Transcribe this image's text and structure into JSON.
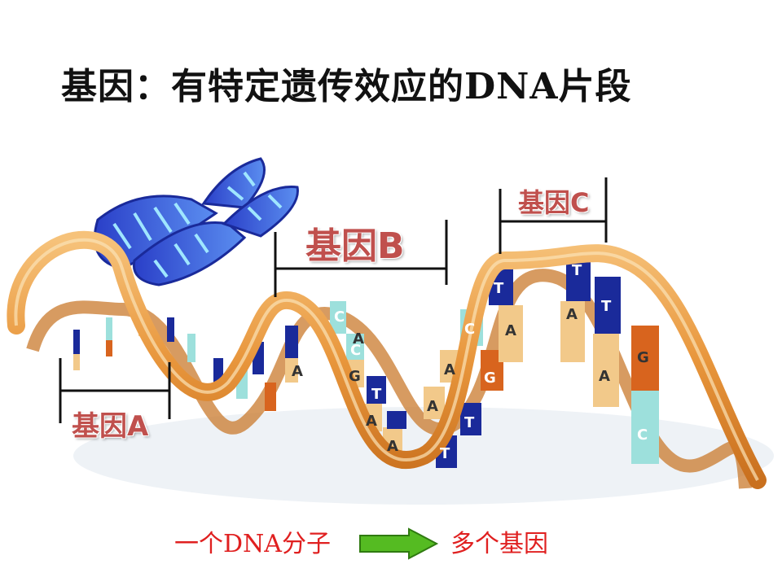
{
  "slide": {
    "title": "基因：有特定遗传效应的DNA片段"
  },
  "genes": {
    "a": "基因A",
    "b": "基因B",
    "c": "基因C"
  },
  "bottom": {
    "left_text": "一个DNA分子",
    "right_text": "多个基因"
  },
  "bases": {
    "g1": "G",
    "t1": "T",
    "a1": "A",
    "a2": "A",
    "a3": "A",
    "a4": "A",
    "t2": "T",
    "t3": "T",
    "c1": "C",
    "a5": "A",
    "g2": "G",
    "c2": "C",
    "t4": "T",
    "a6": "A",
    "t5": "T",
    "a7": "A",
    "t6": "T",
    "a8": "A",
    "g3": "G",
    "c3": "C",
    "c4": "C",
    "a9": "A"
  },
  "colors": {
    "ribbon": "#e8a04a",
    "label_red": "#c0504d",
    "text_red": "#e02020",
    "arrow_green": "#55bb22",
    "base_blue": "#1a2a9a",
    "base_tan": "#f2c98a",
    "base_teal": "#9de0dc",
    "base_orange": "#d8641e"
  }
}
